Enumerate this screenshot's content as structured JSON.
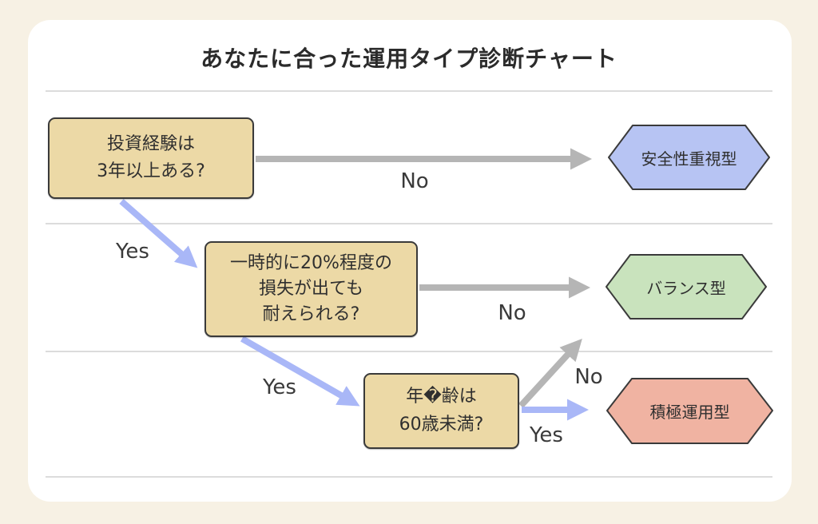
{
  "title": "あなたに合った運用タイプ診断チャート",
  "questions": {
    "q1": {
      "lines": [
        "投資経験は",
        "3年以上ある?"
      ]
    },
    "q2": {
      "lines": [
        "一時的に20%程度の",
        "損失が出ても",
        "耐えられる?"
      ]
    },
    "q3": {
      "lines": [
        "年�齢は",
        "60歳未満?"
      ]
    }
  },
  "results": {
    "safety": {
      "label": "安全性重視型",
      "fill": "#b7c4f3"
    },
    "balance": {
      "label": "バランス型",
      "fill": "#c9e3bd"
    },
    "aggressive": {
      "label": "積極運用型",
      "fill": "#f0b3a2"
    }
  },
  "edges": {
    "q1_no": "No",
    "q1_yes": "Yes",
    "q2_no": "No",
    "q2_yes": "Yes",
    "q3_no": "No",
    "q3_yes": "Yes"
  },
  "colors": {
    "background": "#f7f1e4",
    "card": "#ffffff",
    "question_fill": "#ecd9a6",
    "outline": "#3a3a3a",
    "arrow_gray": "#b5b5b5",
    "arrow_blue": "#a9b7f7",
    "divider": "#dcdcdc",
    "text": "#2f2f2f"
  }
}
